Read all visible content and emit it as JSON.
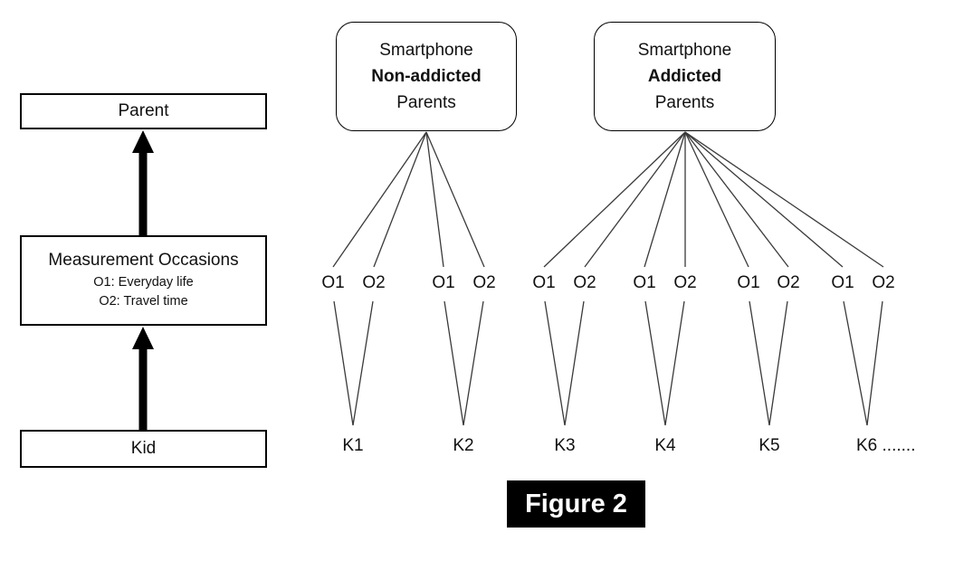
{
  "figure_caption": "Figure 2",
  "left_panel": {
    "parent_label": "Parent",
    "measurement": {
      "title": "Measurement Occasions",
      "occasion1": "O1: Everyday life",
      "occasion2": "O2: Travel time"
    },
    "kid_label": "Kid"
  },
  "groups": {
    "non_addicted": {
      "line1": "Smartphone",
      "line2": "Non-addicted",
      "line3": "Parents"
    },
    "addicted": {
      "line1": "Smartphone",
      "line2": "Addicted",
      "line3": "Parents"
    }
  },
  "occasion_labels": [
    "O1",
    "O2",
    "O1",
    "O2",
    "O1",
    "O2",
    "O1",
    "O2",
    "O1",
    "O2",
    "O1",
    "O2"
  ],
  "kid_labels": [
    "K1",
    "K2",
    "K3",
    "K4",
    "K5",
    "K6 ......."
  ],
  "colors": {
    "line": "#3a3a3a",
    "arrow": "#000000",
    "caption_bg": "#000000",
    "caption_text": "#ffffff"
  }
}
